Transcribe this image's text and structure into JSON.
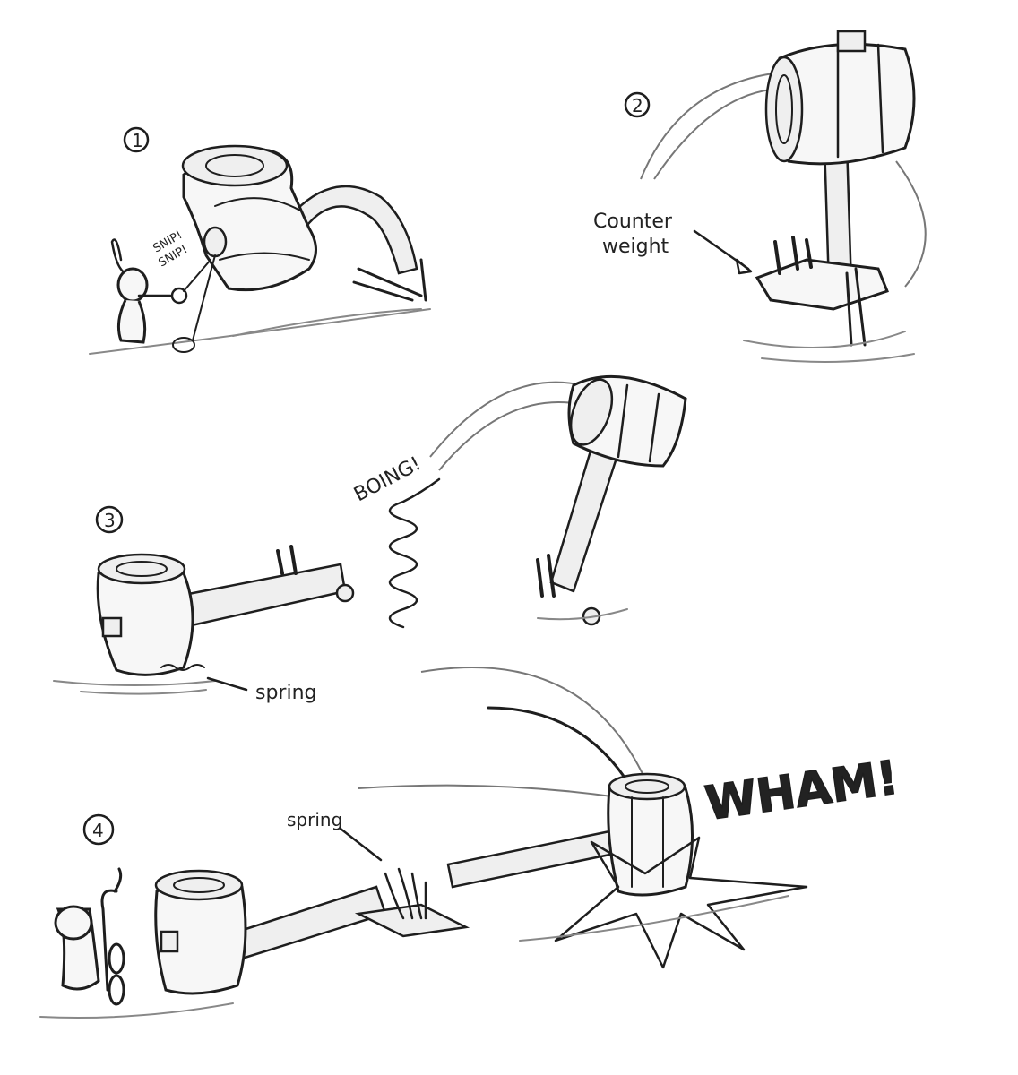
{
  "panels": {
    "p1": {
      "number": "1",
      "sound": [
        "SNIP!",
        "SNIP!"
      ]
    },
    "p2": {
      "number": "2",
      "label_line1": "Counter",
      "label_line2": "weight"
    },
    "p3": {
      "number": "3",
      "sound": "BOING!",
      "label": "spring"
    },
    "p4": {
      "number": "4",
      "label": "spring",
      "sound": "WHAM!"
    }
  },
  "colors": {
    "ink": "#1e1e1e",
    "paper": "#ffffff"
  }
}
